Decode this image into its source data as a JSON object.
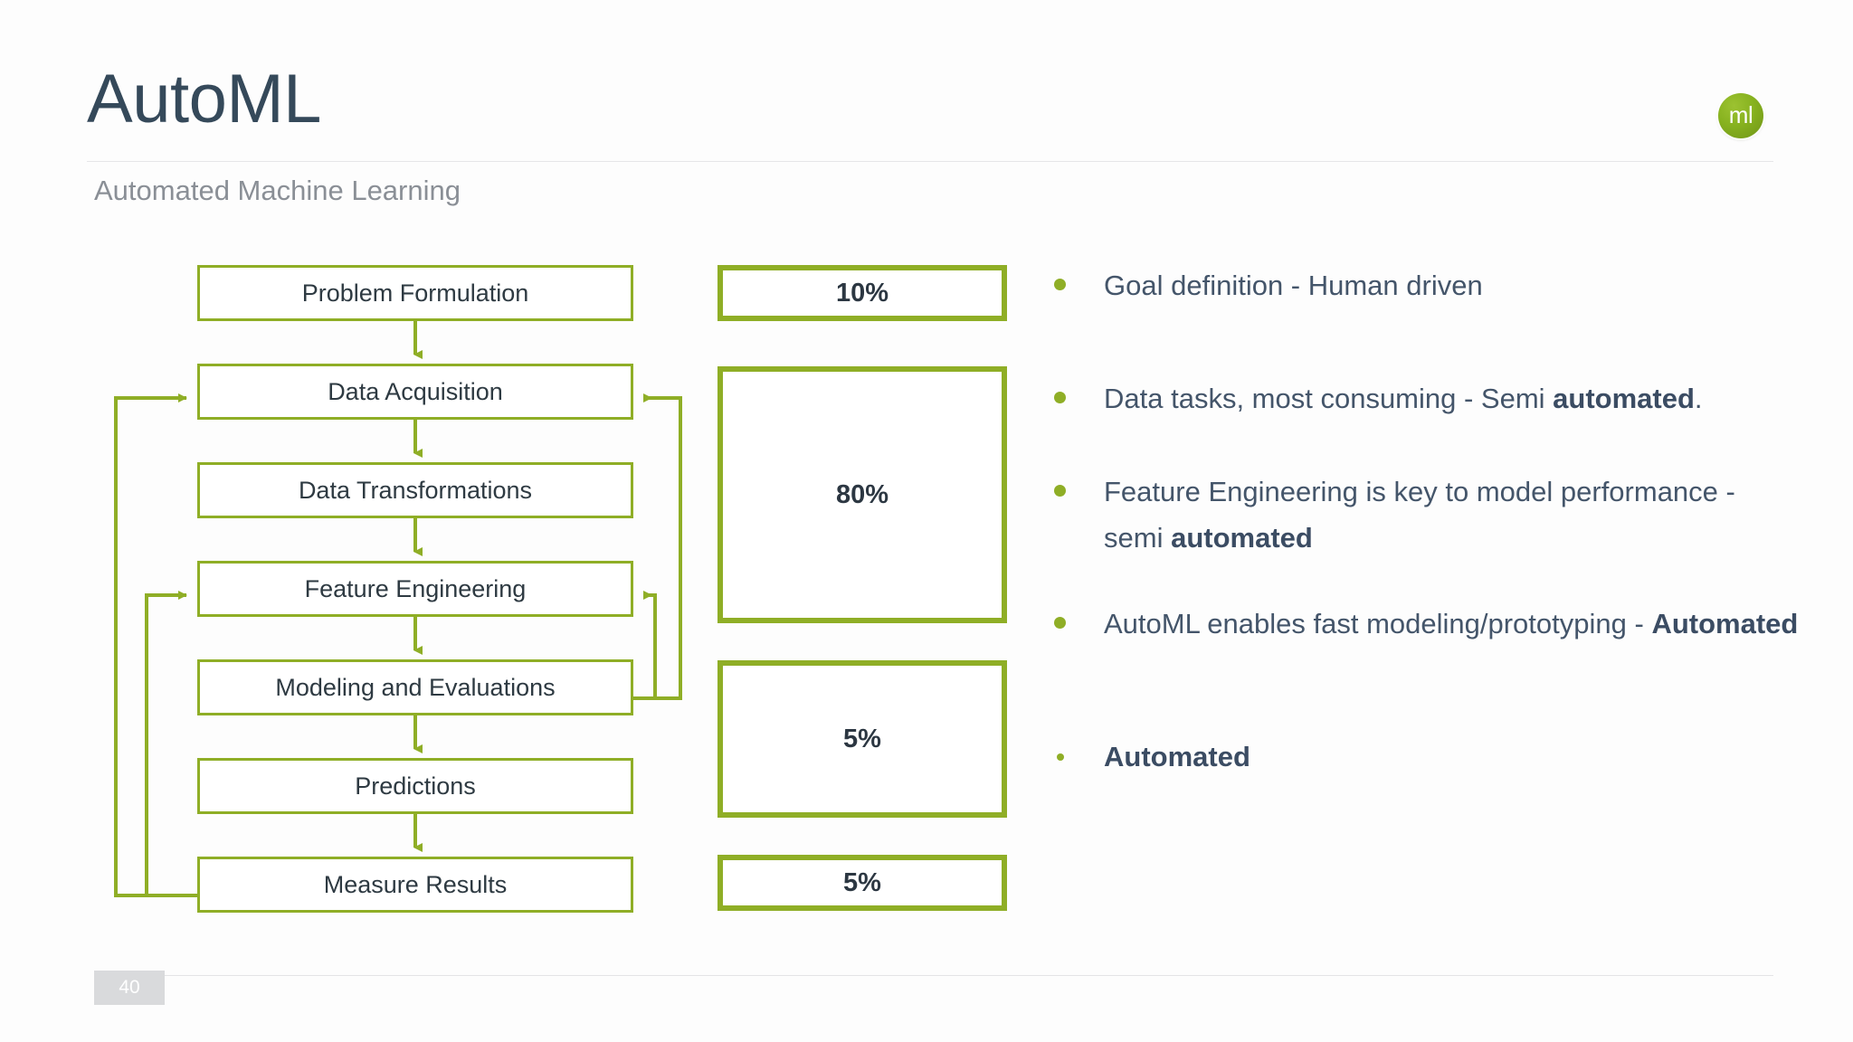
{
  "header": {
    "title": "AutoML",
    "subtitle": "Automated Machine Learning",
    "logo_text": "ml"
  },
  "colors": {
    "accent_green": "#8fae26",
    "title_slate": "#35495a",
    "body_slate": "#44556a",
    "subtitle_gray": "#8a8f96"
  },
  "flow": {
    "steps": [
      {
        "label": "Problem Formulation"
      },
      {
        "label": "Data Acquisition"
      },
      {
        "label": "Data Transformations"
      },
      {
        "label": "Feature Engineering"
      },
      {
        "label": "Modeling and Evaluations"
      },
      {
        "label": "Predictions"
      },
      {
        "label": "Measure Results"
      }
    ]
  },
  "percentages": [
    {
      "value": "10%"
    },
    {
      "value": "80%"
    },
    {
      "value": "5%"
    },
    {
      "value": "5%"
    }
  ],
  "bullets": [
    {
      "plain_1": "Goal definition - Human driven",
      "bold": "",
      "plain_2": ""
    },
    {
      "plain_1": "Data tasks, most consuming - Semi ",
      "bold": "automated",
      "plain_2": "."
    },
    {
      "plain_1": "Feature Engineering is key to model performance - semi ",
      "bold": "automated",
      "plain_2": ""
    },
    {
      "plain_1": "AutoML enables fast modeling/prototyping - ",
      "bold": "Automated",
      "plain_2": ""
    },
    {
      "plain_1": "",
      "bold": "Automated",
      "plain_2": ""
    }
  ],
  "footer": {
    "page_number": "40"
  }
}
